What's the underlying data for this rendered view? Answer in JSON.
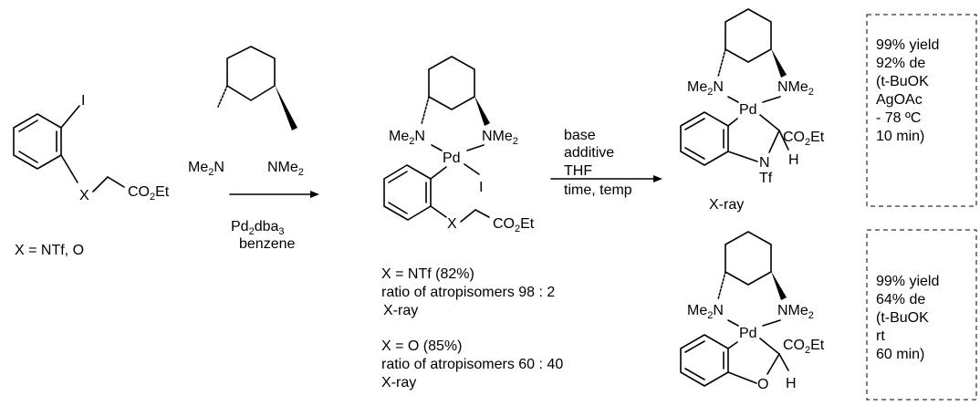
{
  "start": {
    "iodo": "I",
    "x": "X",
    "ester": "CO",
    "ester_sub": "2",
    "ester_tail": "Et",
    "x_def": "X = NTf, O"
  },
  "diamine": {
    "me2n": "Me",
    "me2n_sub": "2",
    "me2n_tail": "N",
    "nme2": "NMe",
    "nme2_sub": "2"
  },
  "reagent": {
    "pd": "Pd",
    "pd_sub": "2",
    "dba": "dba",
    "dba_sub": "3",
    "solvent": "benzene"
  },
  "complex": {
    "me2n": "Me",
    "me2n_sub": "2",
    "me2n_tail": "N",
    "nme2": "NMe",
    "nme2_sub": "2",
    "pd": "Pd",
    "iodo": "I",
    "x": "X",
    "ester": "CO",
    "ester_sub": "2",
    "ester_tail": "Et"
  },
  "results": {
    "ntf": "X = NTf (82%)",
    "ntf_ratio": "ratio of atropisomers 98 : 2",
    "ntf_xray": "X-ray",
    "o": "X = O (85%)",
    "o_ratio": "ratio of atropisomers 60 : 40",
    "o_xray": "X-ray"
  },
  "conditions": {
    "base": "base",
    "additive": "additive",
    "solvent": "THF",
    "time": "time, temp"
  },
  "product1": {
    "me2n": "Me",
    "me2n_sub": "2",
    "me2n_tail": "N",
    "nme2": "NMe",
    "nme2_sub": "2",
    "pd": "Pd",
    "ester": "CO",
    "ester_sub": "2",
    "ester_tail": "Et",
    "n": "N",
    "tf": "Tf",
    "h": "H",
    "xray": "X-ray"
  },
  "product2": {
    "me2n": "Me",
    "me2n_sub": "2",
    "me2n_tail": "N",
    "nme2": "NMe",
    "nme2_sub": "2",
    "pd": "Pd",
    "ester": "CO",
    "ester_sub": "2",
    "ester_tail": "Et",
    "o": "O",
    "h": "H"
  },
  "box1": [
    "99% yield",
    "92% de",
    "(t-BuOK",
    "AgOAc",
    "- 78 ºC",
    "10 min)"
  ],
  "box2": [
    "99% yield",
    "64% de",
    "(t-BuOK",
    "rt",
    "60 min)"
  ]
}
